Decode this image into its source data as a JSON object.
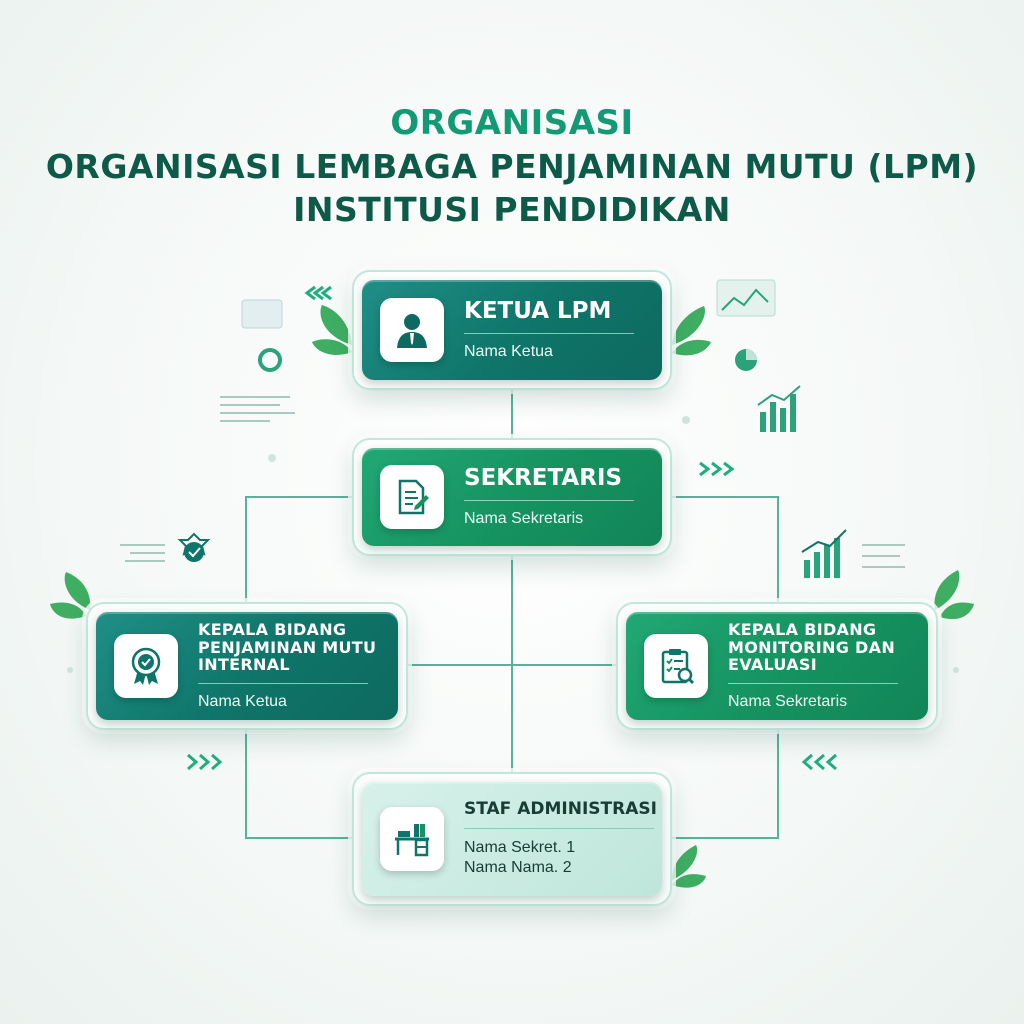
{
  "titles": {
    "line1": "ORGANISASI",
    "line2": "ORGANISASI LEMBAGA PENJAMINAN MUTU (LPM)",
    "line3": "INSTITUSI PENDIDIKAN"
  },
  "nodes": {
    "ketua": {
      "role": "KETUA LPM",
      "person": "Nama Ketua",
      "icon": "person-icon"
    },
    "sekretaris": {
      "role": "SEKRETARIS",
      "person": "Nama Sekretaris",
      "icon": "document-pen-icon"
    },
    "kabid_internal": {
      "role_lines": [
        "KEPALA BIDANG",
        "PENJAMINAN MUTU",
        "INTERNAL"
      ],
      "person": "Nama Ketua",
      "icon": "award-badge-icon"
    },
    "kabid_monev": {
      "role_lines": [
        "KEPALA BIDANG",
        "MONITORING DAN",
        "EVALUASI"
      ],
      "person": "Nama Sekretaris",
      "icon": "clipboard-check-icon"
    },
    "staf": {
      "role": "STAF ADMINISTRASI",
      "persons": [
        "Nama Sekret. 1",
        "Nama Nama. 2"
      ],
      "icon": "office-desk-icon"
    }
  },
  "colors": {
    "title_accent": "#139a74",
    "title_dark": "#0e5a48",
    "teal": "#0f7469",
    "green": "#15925f",
    "pale": "#cdeee5",
    "connector": "#56b39a"
  }
}
